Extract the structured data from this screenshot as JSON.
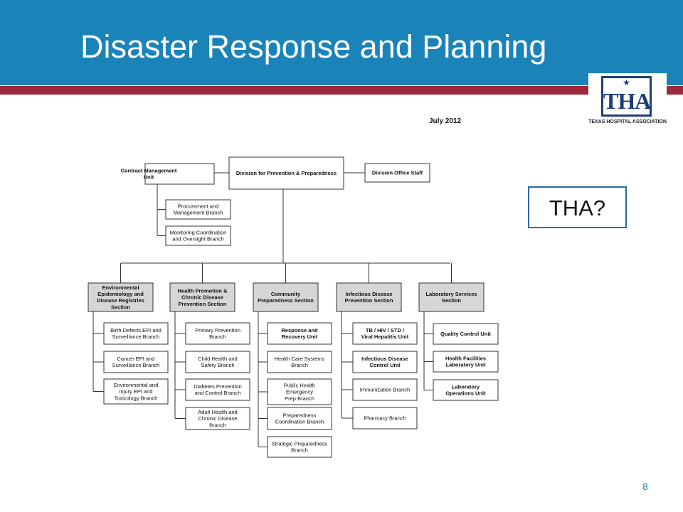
{
  "slide": {
    "title": "Disaster Response and Planning",
    "page_number": "8",
    "callout": "THA?"
  },
  "logo": {
    "mark": "THA",
    "name": "TEXAS HOSPITAL ASSOCIATION"
  },
  "orgchart": {
    "date": "July 2012",
    "top": [
      "Division for Prevention & Preparedness"
    ],
    "contract_unit": [
      "Contract Management",
      "Unit"
    ],
    "office_staff": [
      "Division Office Staff"
    ],
    "contract_branches": [
      [
        "Procurement and",
        "Management Branch"
      ],
      [
        "Monitoring Coordination",
        "and Oversight Branch"
      ]
    ],
    "sections": [
      {
        "label": [
          "Environmental",
          "Epidemiology and",
          "Disease Registries",
          "Section"
        ],
        "children": [
          {
            "label": [
              "Birth Defects EPI and",
              "Surveillance Branch"
            ],
            "bold": false
          },
          {
            "label": [
              "Cancer EPI and",
              "Surveillance Branch"
            ],
            "bold": false
          },
          {
            "label": [
              "Environmental and",
              "Injury EPI and",
              "Toxicology Branch"
            ],
            "bold": false
          }
        ]
      },
      {
        "label": [
          "Health Promotion &",
          "Chronic Disease",
          "Prevention Section"
        ],
        "children": [
          {
            "label": [
              "Primary Prevention",
              "Branch"
            ],
            "bold": false
          },
          {
            "label": [
              "Child Health and",
              "Safety Branch"
            ],
            "bold": false
          },
          {
            "label": [
              "Diabetes Prevention",
              "and Control Branch"
            ],
            "bold": false
          },
          {
            "label": [
              "Adult Health and",
              "Chronic Disease",
              "Branch"
            ],
            "bold": false
          }
        ]
      },
      {
        "label": [
          "Community",
          "Preparedness Section"
        ],
        "children": [
          {
            "label": [
              "Response and",
              "Recovery Unit"
            ],
            "bold": true
          },
          {
            "label": [
              "Health Care Systems",
              "Branch"
            ],
            "bold": false
          },
          {
            "label": [
              "Public Health",
              "Emergency",
              "Prep Branch"
            ],
            "bold": false
          },
          {
            "label": [
              "Preparedness",
              "Coordination Branch"
            ],
            "bold": false
          },
          {
            "label": [
              "Strategic Preparedness",
              "Branch"
            ],
            "bold": false
          }
        ]
      },
      {
        "label": [
          "Infectious Disease",
          "Prevention Section"
        ],
        "children": [
          {
            "label": [
              "TB / HIV / STD /",
              "Viral Hepatitis Unit"
            ],
            "bold": true
          },
          {
            "label": [
              "Infectious Disease",
              "Control Unit"
            ],
            "bold": true
          },
          {
            "label": [
              "Immunization Branch"
            ],
            "bold": false
          },
          {
            "label": [
              "Pharmacy Branch"
            ],
            "bold": false
          }
        ]
      },
      {
        "label": [
          "Laboratory Services",
          "Section"
        ],
        "children": [
          {
            "label": [
              "Quality Control Unit"
            ],
            "bold": true
          },
          {
            "label": [
              "Health Facilities",
              "Laboratory Unit"
            ],
            "bold": true
          },
          {
            "label": [
              "Laboratory",
              "Operations Unit"
            ],
            "bold": true
          }
        ]
      }
    ]
  }
}
